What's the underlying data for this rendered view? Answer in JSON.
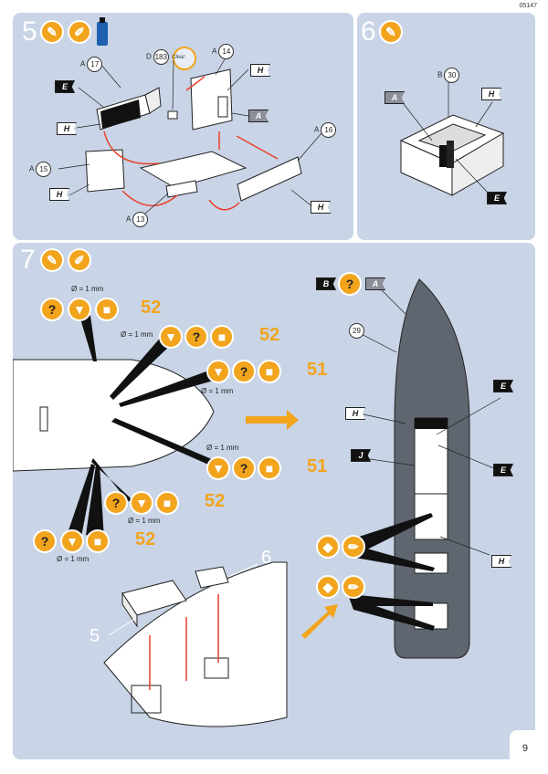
{
  "doc_number": "05147",
  "page_number": "9",
  "colors": {
    "panel_bg": "#c9d4e6",
    "accent_orange": "#f2a41c",
    "hull_grey": "#5f666f",
    "guide_red": "#e8412a"
  },
  "step5": {
    "number": "5",
    "icons": [
      "glue-icon",
      "paint-brush-icon",
      "paint-bottle-icon"
    ],
    "clear_label": "Clear",
    "parts": [
      {
        "letter": "A",
        "num": "17"
      },
      {
        "letter": "D",
        "num": "183"
      },
      {
        "letter": "A",
        "num": "14"
      },
      {
        "letter": "A",
        "num": "15"
      },
      {
        "letter": "A",
        "num": "13"
      },
      {
        "letter": "A",
        "num": "16"
      }
    ],
    "flags": [
      "E",
      "H",
      "H",
      "A",
      "H",
      "H"
    ]
  },
  "step6": {
    "number": "6",
    "icons": [
      "glue-paint-icon"
    ],
    "part": {
      "letter": "B",
      "num": "30"
    },
    "flags": [
      "A",
      "H",
      "E"
    ]
  },
  "step7": {
    "number": "7",
    "icons": [
      "glue-icon",
      "paint-brush-icon"
    ],
    "diameter_label": "Ø = 1 mm",
    "step_refs": [
      "52",
      "52",
      "51",
      "51",
      "52",
      "52"
    ],
    "hull_part": "29",
    "flags_right": [
      "B",
      "A",
      "E",
      "H",
      "J",
      "E",
      "H"
    ],
    "subassembly_labels": [
      "5",
      "6"
    ]
  }
}
